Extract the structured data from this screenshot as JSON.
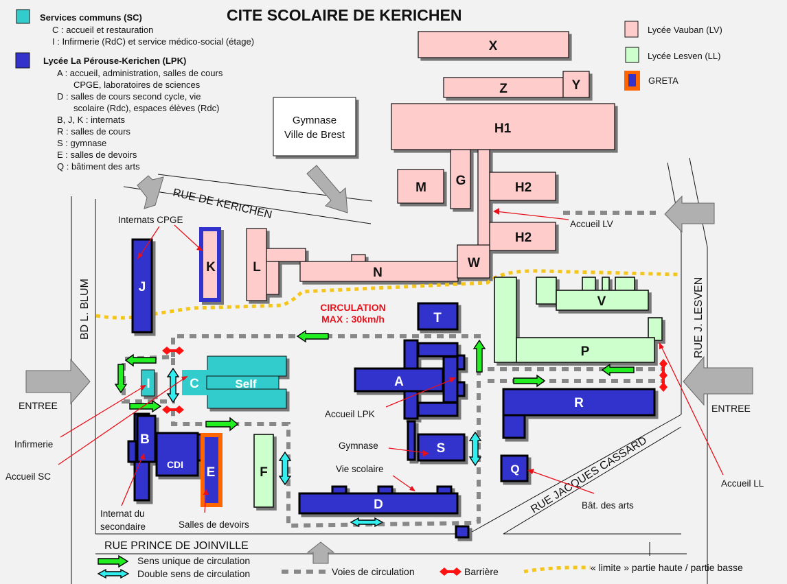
{
  "title": "CITE SCOLAIRE DE KERICHEN",
  "colors": {
    "lycee_vauban": "#ffcccc",
    "lycee_lesven": "#ccffcc",
    "lpk": "#3333cc",
    "services_communs": "#33cccc",
    "greta_border": "#ff6600",
    "one_way_arrow": "#22ee22",
    "two_way_arrow": "#33eeee",
    "barrier": "#ff1111",
    "limit_line": "#f5c518",
    "lane": "#888888"
  },
  "legend_left": {
    "sc_heading": "Services communs (SC)",
    "sc_items": [
      "C : accueil et restauration",
      "I   : Infirmerie (RdC) et service médico-social (étage)"
    ],
    "lpk_heading": "Lycée La Pérouse-Kerichen (LPK)",
    "lpk_items": [
      "A : accueil, administration, salles de cours",
      "CPGE, laboratoires de sciences",
      "D : salles de cours second cycle, vie",
      "scolaire (Rdc), espaces élèves (Rdc)",
      "B, J, K : internats",
      "R : salles de cours",
      "S : gymnase",
      "E : salles de devoirs",
      "Q : bâtiment des arts"
    ]
  },
  "legend_right": [
    {
      "label": "Lycée Vauban (LV)"
    },
    {
      "label": "Lycée Lesven (LL)"
    },
    {
      "label": "GRETA"
    }
  ],
  "buildings": {
    "X": "X",
    "Z": "Z",
    "Y": "Y",
    "H1": "H1",
    "M": "M",
    "G": "G",
    "H2a": "H2",
    "H2b": "H2",
    "W": "W",
    "N": "N",
    "L": "L",
    "K": "K",
    "J": "J",
    "T": "T",
    "V": "V",
    "P": "P",
    "A": "A",
    "R": "R",
    "S": "S",
    "Q": "Q",
    "D": "D",
    "B": "B",
    "CDI": "CDI",
    "E": "E",
    "F": "F",
    "I": "I",
    "C": "C",
    "Self": "Self"
  },
  "gymnase_ville": [
    "Gymnase",
    "Ville de Brest"
  ],
  "streets": {
    "kerichen": "RUE DE KERICHEN",
    "blum": "BD   L. BLUM",
    "lesven": "RUE  J.  LESVEN",
    "cassard": "RUE JACQUES CASSARD",
    "joinville": "RUE  PRINCE DE JOINVILLE"
  },
  "circulation_notice": [
    "CIRCULATION",
    "MAX : 30km/h"
  ],
  "annotations": {
    "internats_cpge": "Internats CPGE",
    "accueil_lv": "Accueil LV",
    "accueil_lpk": "Accueil LPK",
    "gymnase": "Gymnase",
    "vie_scolaire": "Vie scolaire",
    "infirmerie": "Infirmerie",
    "accueil_sc": "Accueil SC",
    "internat_secondaire": [
      "Internat du",
      "secondaire"
    ],
    "salles_devoirs": "Salles de devoirs",
    "bat_arts": "Bât. des arts",
    "accueil_ll": "Accueil LL",
    "entree_left": "ENTREE",
    "entree_right": "ENTREE"
  },
  "legend_bottom": {
    "one_way": "Sens unique de circulation",
    "two_way": "Double sens de circulation",
    "lanes": "Voies de circulation",
    "barrier": "Barrière",
    "limit": "« limite » partie haute / partie basse"
  }
}
